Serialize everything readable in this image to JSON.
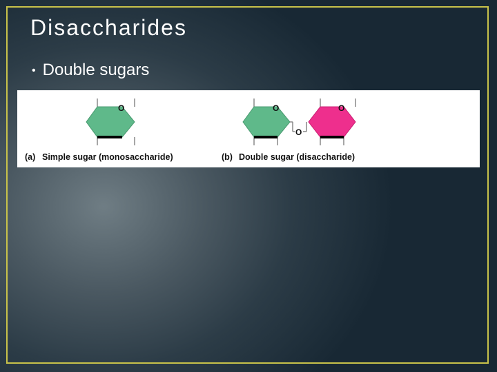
{
  "slide": {
    "title": "Disaccharides",
    "bullets": [
      "Double sugars"
    ]
  },
  "figure": {
    "panel_a": {
      "letter": "(a)",
      "caption": "Simple sugar (monosaccharide)",
      "ring_atom": "O"
    },
    "panel_b": {
      "letter": "(b)",
      "caption": "Double sugar (disaccharide)",
      "ring1_atom": "O",
      "ring2_atom": "O",
      "link_atom": "O"
    },
    "colors": {
      "green_ring": "#5fb98a",
      "pink_ring": "#ee2f8d",
      "frame": "#c9c34a"
    }
  }
}
